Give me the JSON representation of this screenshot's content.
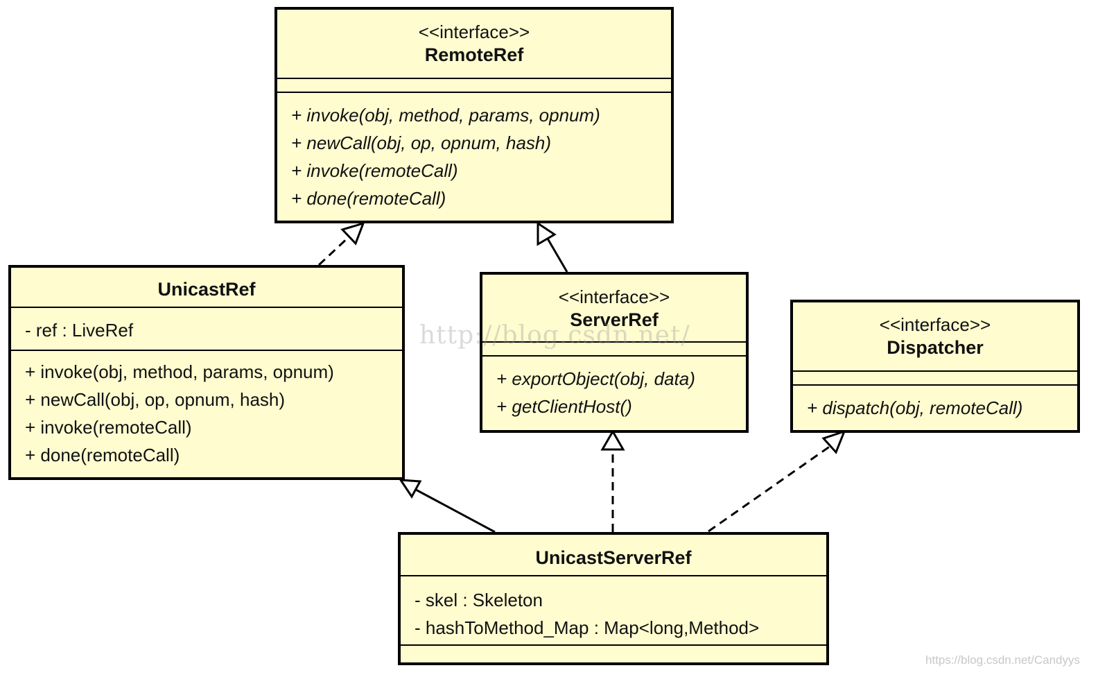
{
  "classes": {
    "remoteref": {
      "stereotype": "<<interface>>",
      "name": "RemoteRef",
      "attributes": [],
      "operations": [
        "+ invoke(obj, method, params, opnum)",
        "+ newCall(obj, op, opnum, hash)",
        "+ invoke(remoteCall)",
        "+ done(remoteCall)"
      ]
    },
    "unicastref": {
      "name": "UnicastRef",
      "attributes": [
        "- ref : LiveRef"
      ],
      "operations": [
        "+ invoke(obj, method, params, opnum)",
        "+ newCall(obj, op, opnum, hash)",
        "+ invoke(remoteCall)",
        "+ done(remoteCall)"
      ]
    },
    "serverref": {
      "stereotype": "<<interface>>",
      "name": "ServerRef",
      "attributes": [],
      "operations": [
        "+ exportObject(obj, data)",
        "+ getClientHost()"
      ]
    },
    "dispatcher": {
      "stereotype": "<<interface>>",
      "name": "Dispatcher",
      "attributes": [],
      "operations": [
        "+ dispatch(obj, remoteCall)"
      ]
    },
    "unicastserverref": {
      "name": "UnicastServerRef",
      "attributes": [
        "- skel : Skeleton",
        "- hashToMethod_Map : Map<long,Method>"
      ],
      "operations": []
    }
  },
  "watermark": "http://blog.csdn.net/",
  "credit": "https://blog.csdn.net/Candyys",
  "colors": {
    "class_fill": "#fffcd0",
    "border": "#000000"
  }
}
